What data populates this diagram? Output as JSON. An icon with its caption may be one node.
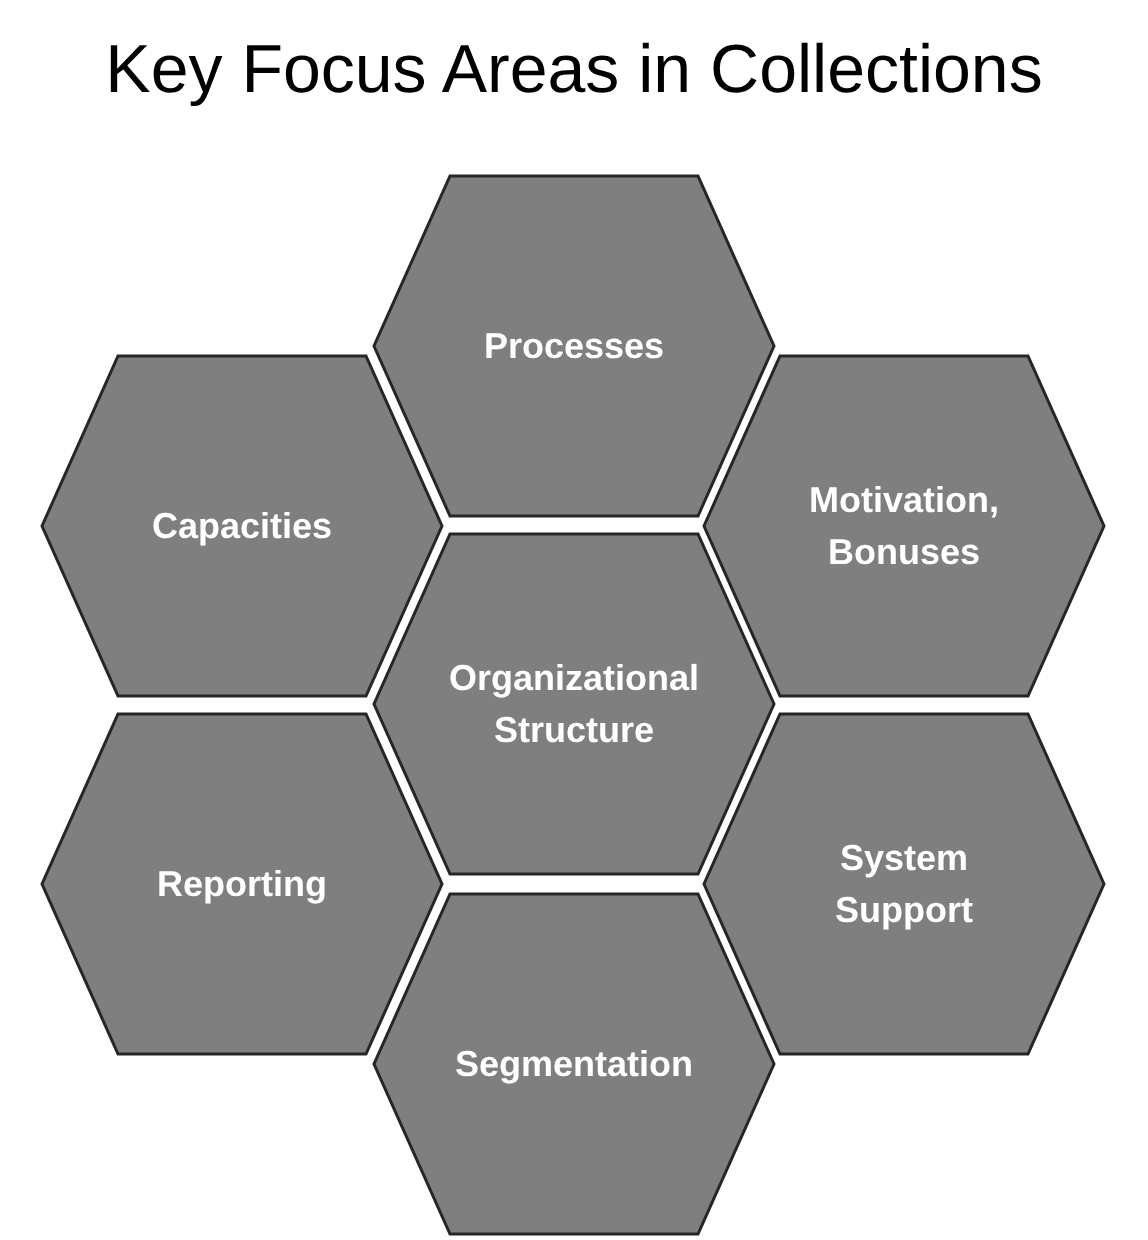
{
  "diagram": {
    "title": "Key Focus Areas in Collections",
    "nodes": [
      {
        "text": [
          "Processes"
        ]
      },
      {
        "text": [
          "Capacities"
        ]
      },
      {
        "text": [
          "Motivation, Bonuses"
        ]
      },
      {
        "text": [
          "Organizational Structure"
        ]
      },
      {
        "text": [
          "Reporting"
        ]
      },
      {
        "text": [
          "System Support"
        ]
      },
      {
        "text": [
          "Segmentation"
        ]
      }
    ]
  }
}
